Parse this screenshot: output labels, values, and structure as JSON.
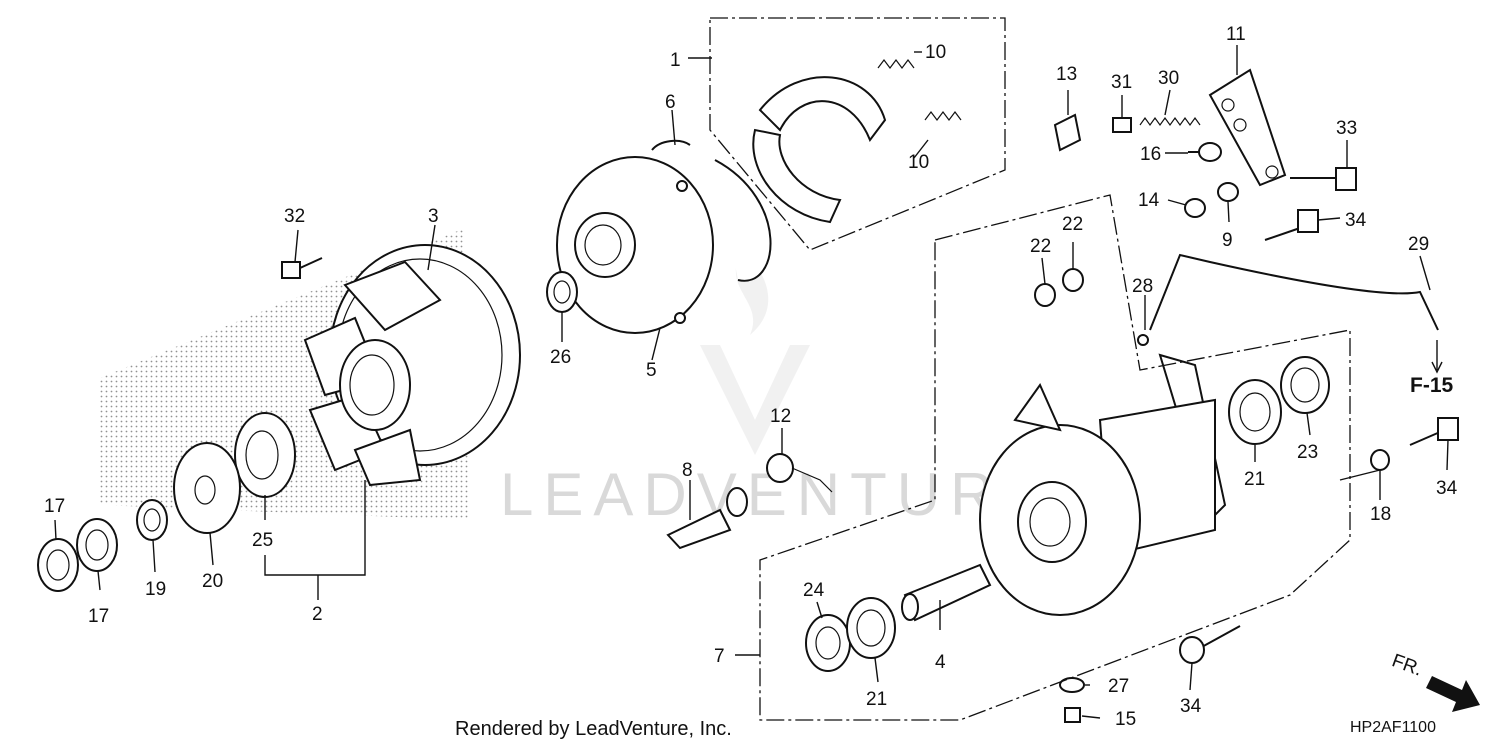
{
  "watermark": "LEADVENTURE",
  "credit": "Rendered by LeadVenture, Inc.",
  "diagram_code": "HP2AF1100",
  "reference": "F-15",
  "direction": "FR.",
  "callouts": {
    "c1": "1",
    "c2": "2",
    "c3": "3",
    "c4": "4",
    "c5": "5",
    "c6": "6",
    "c7": "7",
    "c8": "8",
    "c9": "9",
    "c10a": "10",
    "c10b": "10",
    "c11": "11",
    "c12": "12",
    "c13": "13",
    "c14": "14",
    "c15": "15",
    "c16": "16",
    "c17a": "17",
    "c17b": "17",
    "c18": "18",
    "c19": "19",
    "c20": "20",
    "c21a": "21",
    "c21b": "21",
    "c22a": "22",
    "c22b": "22",
    "c23": "23",
    "c24": "24",
    "c25": "25",
    "c26": "26",
    "c27": "27",
    "c28": "28",
    "c29": "29",
    "c30": "30",
    "c31": "31",
    "c32": "32",
    "c33": "33",
    "c34a": "34",
    "c34b": "34",
    "c34c": "34"
  }
}
